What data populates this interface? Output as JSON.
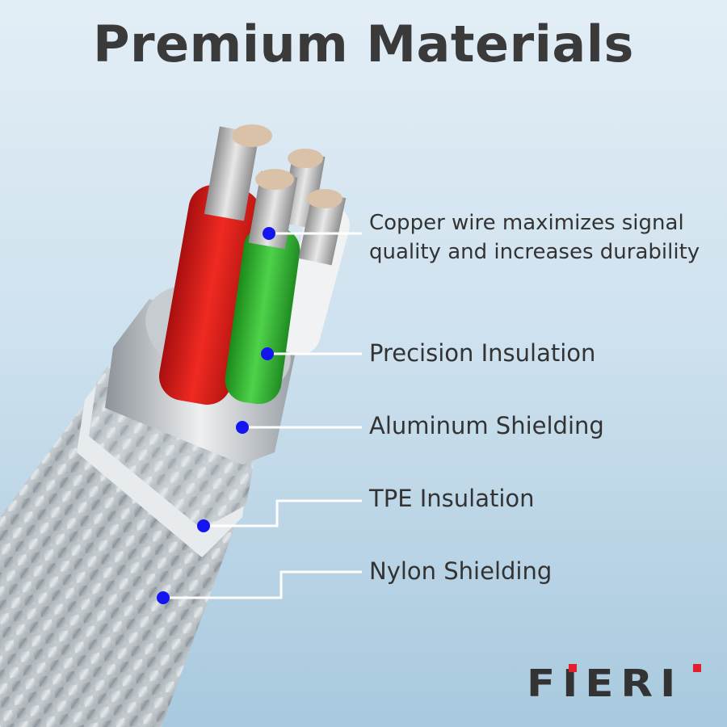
{
  "title": "Premium Materials",
  "callouts": [
    {
      "line1": "Copper wire maximizes signal",
      "line2": "quality and increases durability"
    },
    {
      "text": "Precision Insulation"
    },
    {
      "text": "Aluminum Shielding"
    },
    {
      "text": "TPE Insulation"
    },
    {
      "text": "Nylon Shielding"
    }
  ],
  "brand": {
    "name": "FIERI",
    "accent": "#e0202a",
    "dark": "#333333"
  },
  "colors": {
    "dot": "#1414f0",
    "text": "#333333"
  }
}
